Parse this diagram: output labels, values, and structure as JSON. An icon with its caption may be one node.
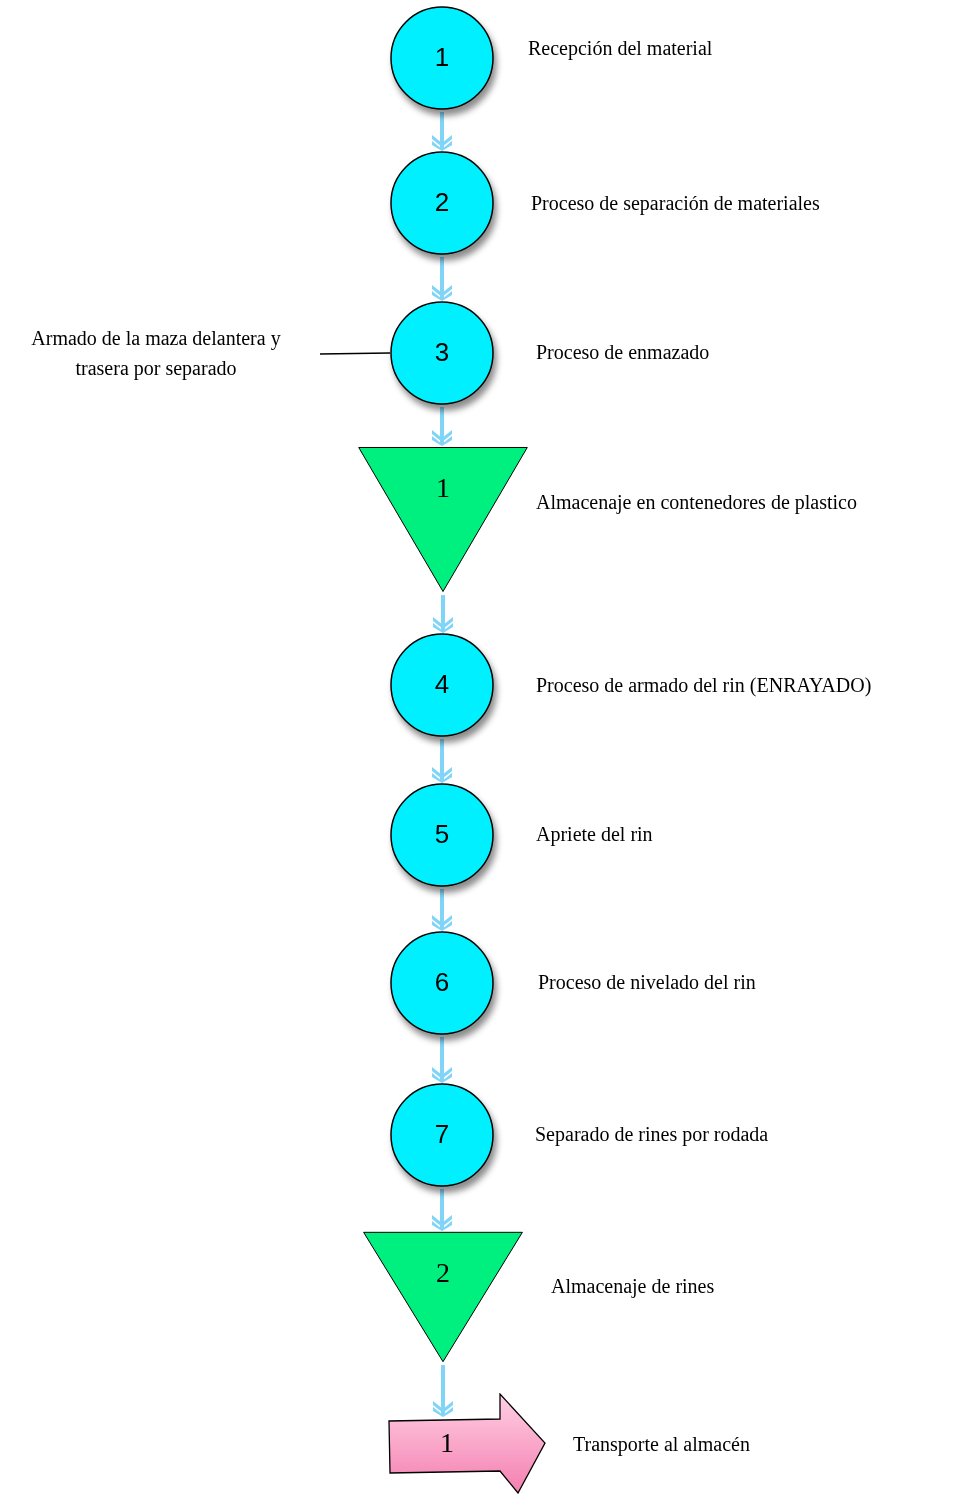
{
  "diagram": {
    "nodes": [
      {
        "text": [
          "1"
        ],
        "beside": [
          "Recepción del material"
        ]
      },
      {
        "text": [
          "2"
        ],
        "beside": [
          "Proceso de separación de materiales"
        ]
      },
      {
        "text": [
          "Armado de la maza delantera y trasera por separado"
        ]
      },
      {
        "text": [
          "3"
        ],
        "beside": [
          "Proceso de enmazado"
        ]
      },
      {
        "text": [
          "1"
        ],
        "beside": [
          "Almacenaje en contenedores de plastico"
        ]
      },
      {
        "text": [
          "4"
        ],
        "beside": [
          "Proceso de armado del rin (ENRAYADO)"
        ]
      },
      {
        "text": [
          "5"
        ],
        "beside": [
          "Apriete del rin"
        ]
      },
      {
        "text": [
          "6"
        ],
        "beside": [
          "Proceso de nivelado del rin"
        ]
      },
      {
        "text": [
          "7"
        ],
        "beside": [
          "Separado de rines por rodada"
        ]
      },
      {
        "text": [
          "2"
        ],
        "beside": [
          "Almacenaje de rines"
        ]
      },
      {
        "text": [
          "1"
        ],
        "beside": [
          "Transporte al almacén"
        ]
      }
    ],
    "edges": [
      {
        "from": 0,
        "to": 1,
        "arrow": "to"
      },
      {
        "from": 1,
        "to": 3,
        "arrow": "to"
      },
      {
        "from": 2,
        "to": 3,
        "arrow": "none",
        "color": "#000000"
      },
      {
        "from": 3,
        "to": 4,
        "arrow": "to"
      },
      {
        "from": 4,
        "to": 5,
        "arrow": "to"
      },
      {
        "from": 5,
        "to": 6,
        "arrow": "to"
      },
      {
        "from": 6,
        "to": 7,
        "arrow": "to"
      },
      {
        "from": 7,
        "to": 8,
        "arrow": "to"
      },
      {
        "from": 8,
        "to": 9,
        "arrow": "to"
      },
      {
        "from": 9,
        "to": 10,
        "arrow": "to"
      }
    ]
  }
}
